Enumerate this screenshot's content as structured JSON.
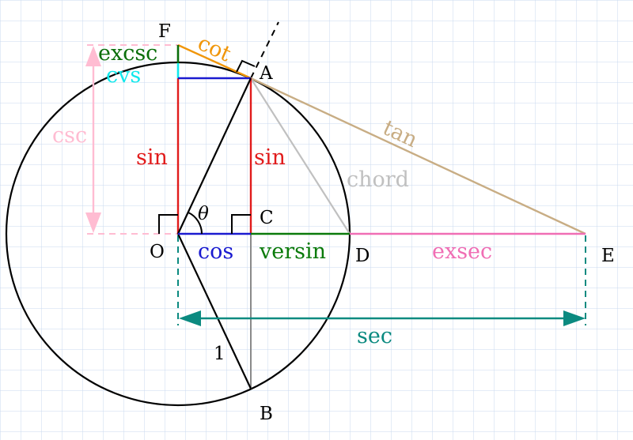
{
  "points": {
    "O": "O",
    "A": "A",
    "B": "B",
    "C": "C",
    "D": "D",
    "E": "E",
    "F": "F"
  },
  "labels": {
    "sin_left": "sin",
    "sin_right": "sin",
    "cos": "cos",
    "versin": "versin",
    "exsec": "exsec",
    "sec": "sec",
    "tan": "tan",
    "cot": "cot",
    "chord": "chord",
    "csc": "csc",
    "excsc": "excsc",
    "cvs": "cvs",
    "theta": "θ",
    "radius": "1"
  },
  "colors": {
    "black": "#000000",
    "sin": "#e11b1b",
    "cos": "#1a1ad0",
    "versin": "#0a7a0a",
    "exsec": "#f06eb4",
    "sec": "#0b8a80",
    "tan": "#c8ad84",
    "cot": "#f0960a",
    "chord": "#c0c0c0",
    "csc": "#ffbcd2",
    "excsc": "#0a6e0a",
    "cvs": "#11e8ec",
    "radius_gray": "#8a8a8a"
  }
}
